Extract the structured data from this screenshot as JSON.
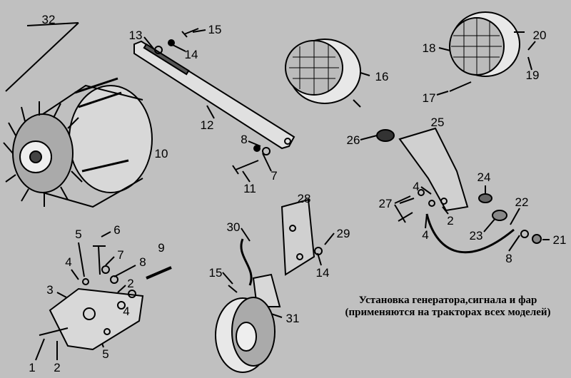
{
  "caption": {
    "line1": "Установка генератора,сигнала и фар",
    "line2": "(применяются на тракторах всех моделей)"
  },
  "labels": [
    "32",
    "13",
    "15",
    "14",
    "12",
    "10",
    "8",
    "7",
    "11",
    "16",
    "18",
    "20",
    "19",
    "17",
    "26",
    "25",
    "24",
    "27",
    "4",
    "4",
    "2",
    "23",
    "22",
    "21",
    "8",
    "28",
    "29",
    "30",
    "14",
    "15",
    "31",
    "5",
    "6",
    "9",
    "4",
    "7",
    "8",
    "3",
    "2",
    "4",
    "5",
    "1",
    "2"
  ],
  "colors": {
    "background": "#c0c0c0",
    "ink": "#000000"
  }
}
